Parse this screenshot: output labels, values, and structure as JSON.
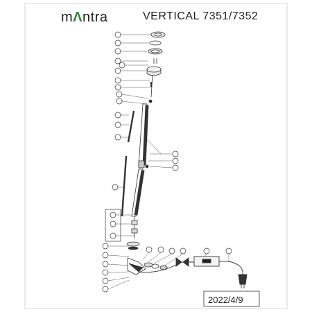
{
  "header": {
    "brand_prefix": "m",
    "brand_accent": "Λ",
    "brand_suffix": "ntra",
    "title": "VERTICAL  7351/7352"
  },
  "footer": {
    "date": "2022/4/9"
  },
  "colors": {
    "accent": "#2f8a3c",
    "line": "#333333"
  },
  "callouts_left_count": 23,
  "callouts_right_count": 6
}
